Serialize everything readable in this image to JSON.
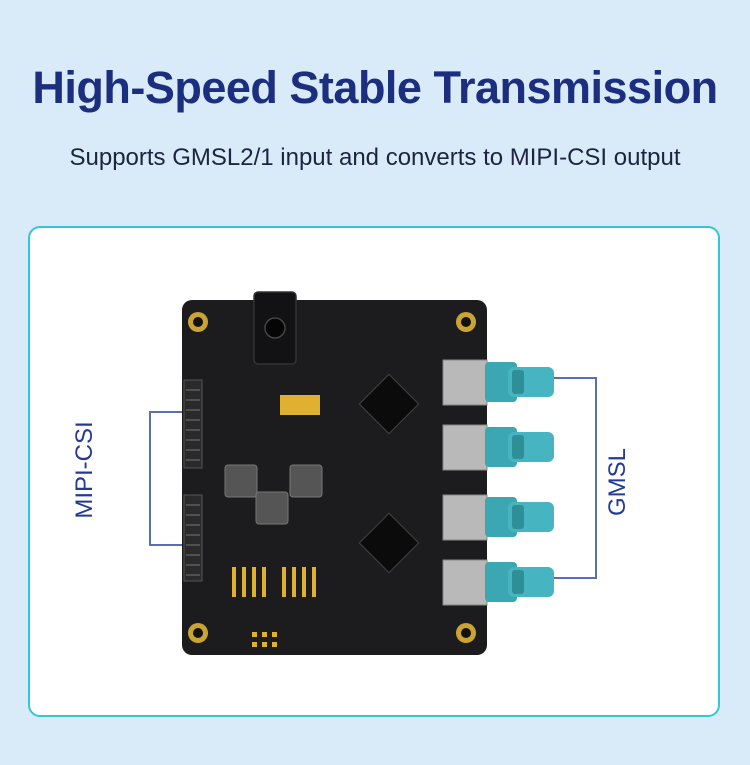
{
  "header": {
    "title": "High-Speed Stable Transmission",
    "subtitle": "Supports GMSL2/1 input and converts to MIPI-CSI output"
  },
  "labels": {
    "left": "MIPI-CSI",
    "right": "GMSL"
  },
  "colors": {
    "background": "#d9ebf9",
    "title": "#1c2f7f",
    "card_border": "#33c6d8",
    "bracket": "#5a6fb0",
    "connector": "#3aa7b3",
    "pcb": "#1c1c1e"
  }
}
